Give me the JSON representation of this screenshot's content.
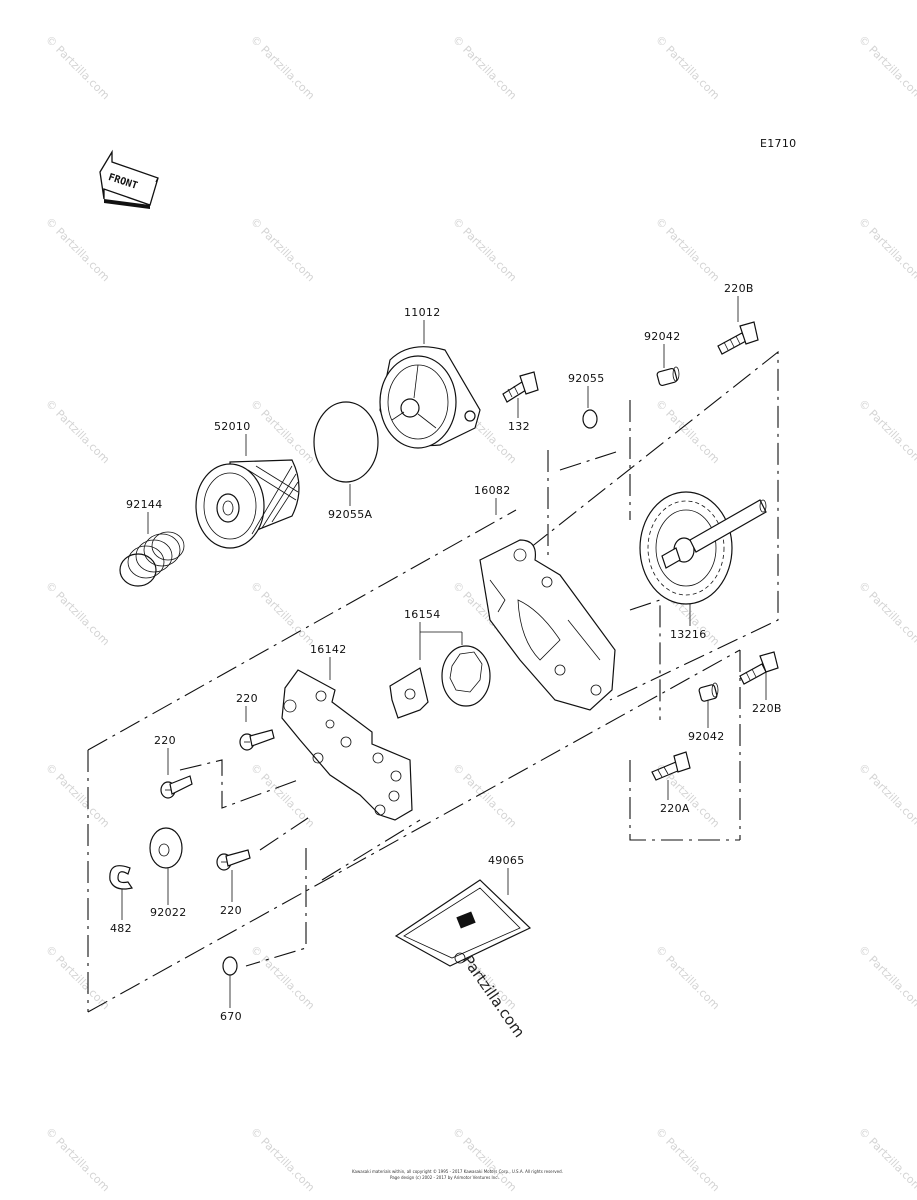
{
  "diagram_code": "E1710",
  "front_indicator": "FRONT",
  "watermark_text": "© Partzilla.com",
  "watermark_large": "Partzilla.com",
  "footer_lines": [
    "Kawasaki materials within, all copyright © 1995 - 2017 Kawasaki Motors Corp., U.S.A. All rights reserved.",
    "Page design (c) 2002 - 2017 by Arimotor Ventures Inc."
  ],
  "part_labels": {
    "p220B_top": "220B",
    "p92042_top": "92042",
    "p11012": "11012",
    "p92055": "92055",
    "p132": "132",
    "p52010": "52010",
    "p92144": "92144",
    "p92055A": "92055A",
    "p16082": "16082",
    "p16154": "16154",
    "p13216": "13216",
    "p16142": "16142",
    "p220_a": "220",
    "p220_b": "220",
    "p220B_bot": "220B",
    "p92042_bot": "92042",
    "p220A": "220A",
    "p92022": "92022",
    "p482": "482",
    "p220_c": "220",
    "p49065": "49065",
    "p670": "670"
  }
}
